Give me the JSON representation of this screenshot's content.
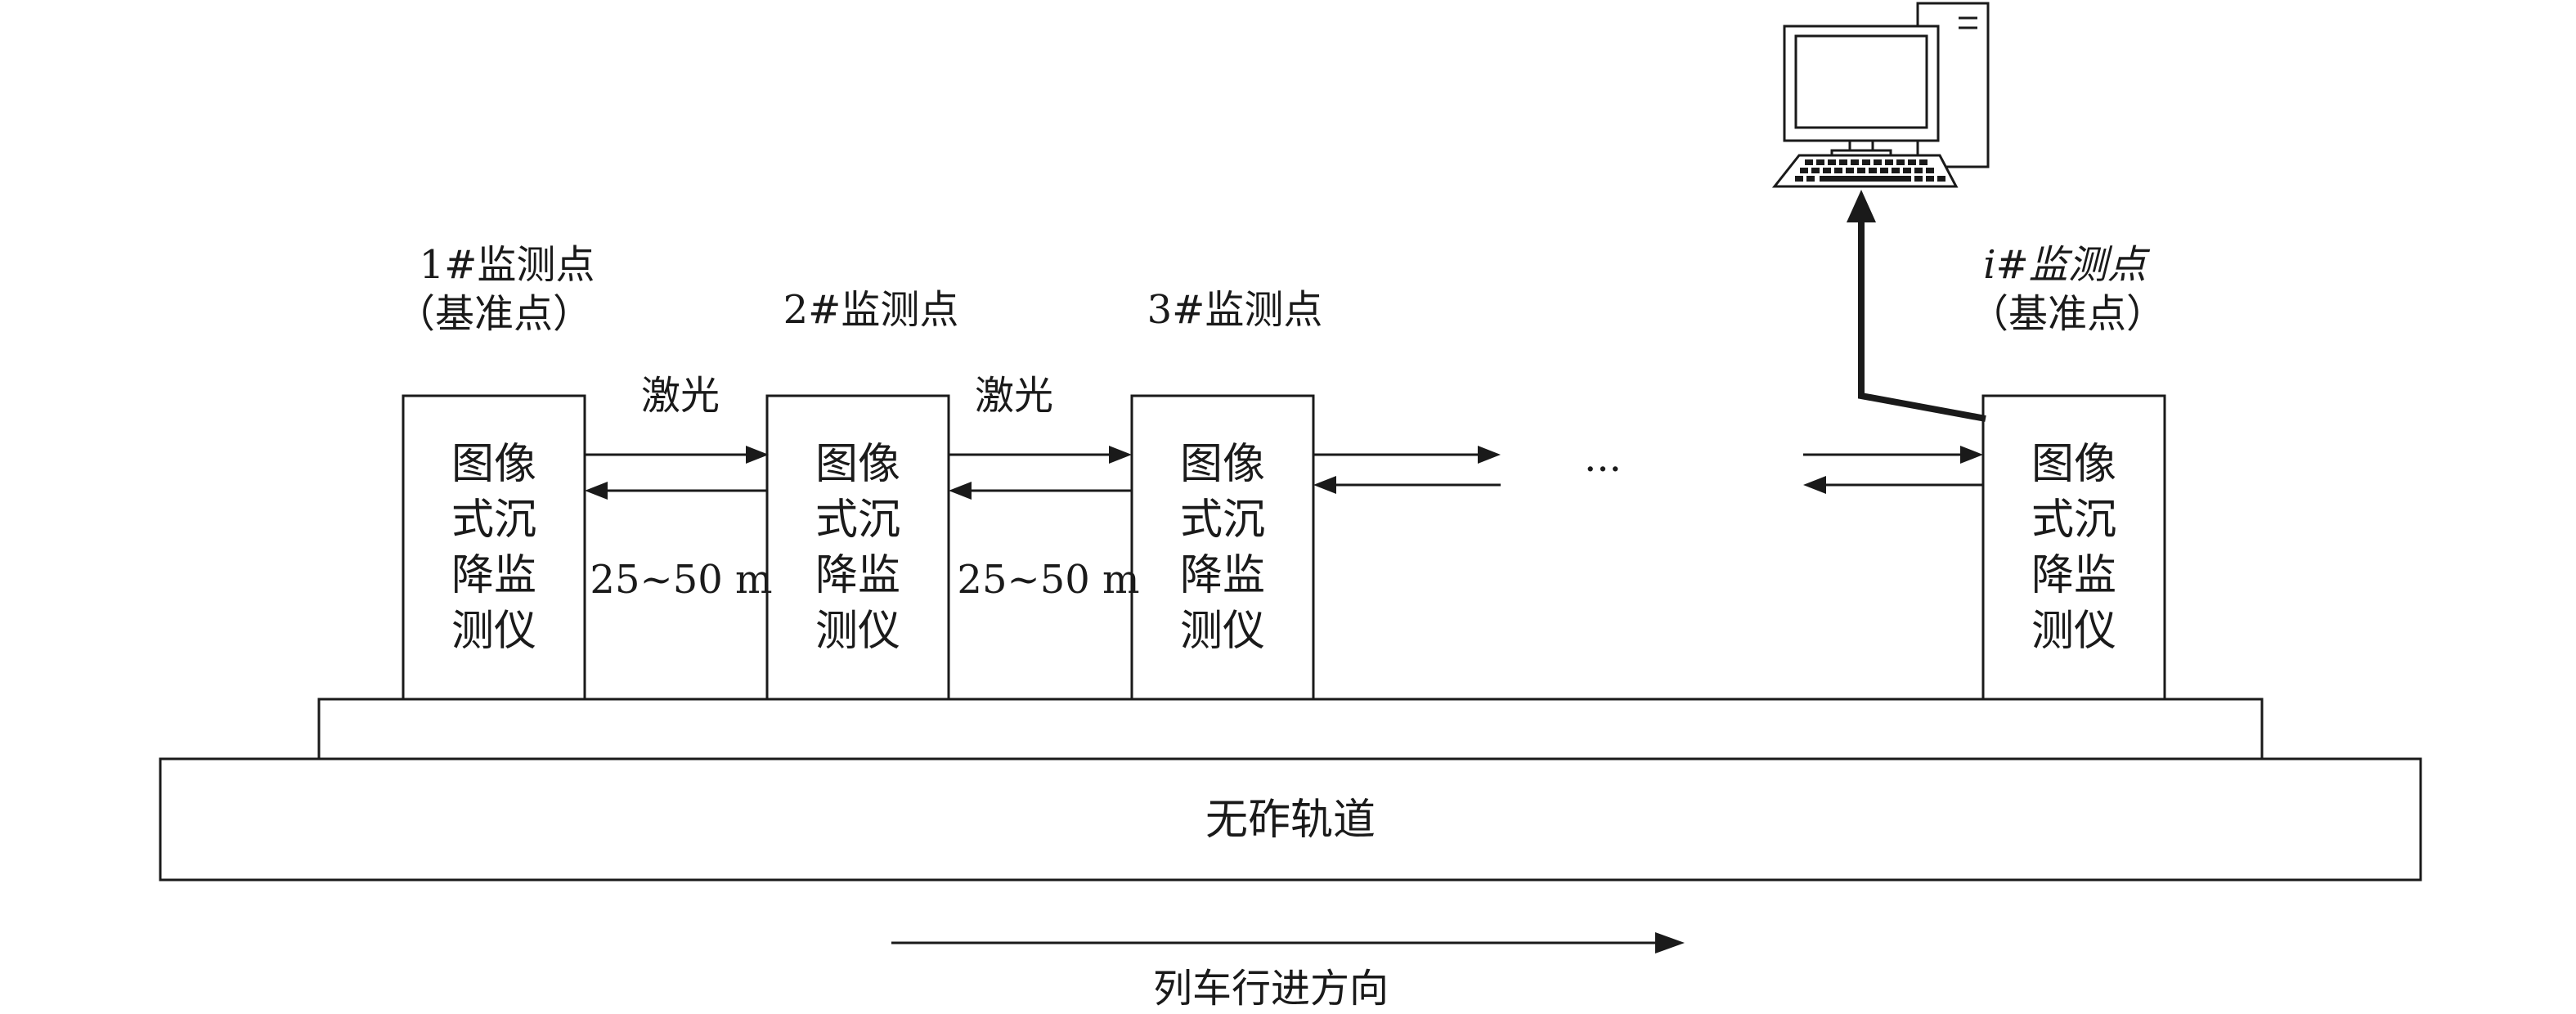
{
  "points": [
    {
      "label": "1#监测点",
      "sublabel": "（基准点）"
    },
    {
      "label": "2#监测点"
    },
    {
      "label": "3#监测点"
    },
    {
      "label": "i#监测点",
      "sublabel": "（基准点）"
    }
  ],
  "device": {
    "lines": [
      "图像",
      "式沉",
      "降监",
      "测仪"
    ]
  },
  "laser_label": "激光",
  "distance_label": "25~50 m",
  "ellipsis": "···",
  "track_label": "无砟轨道",
  "direction_label": "列车行进方向"
}
